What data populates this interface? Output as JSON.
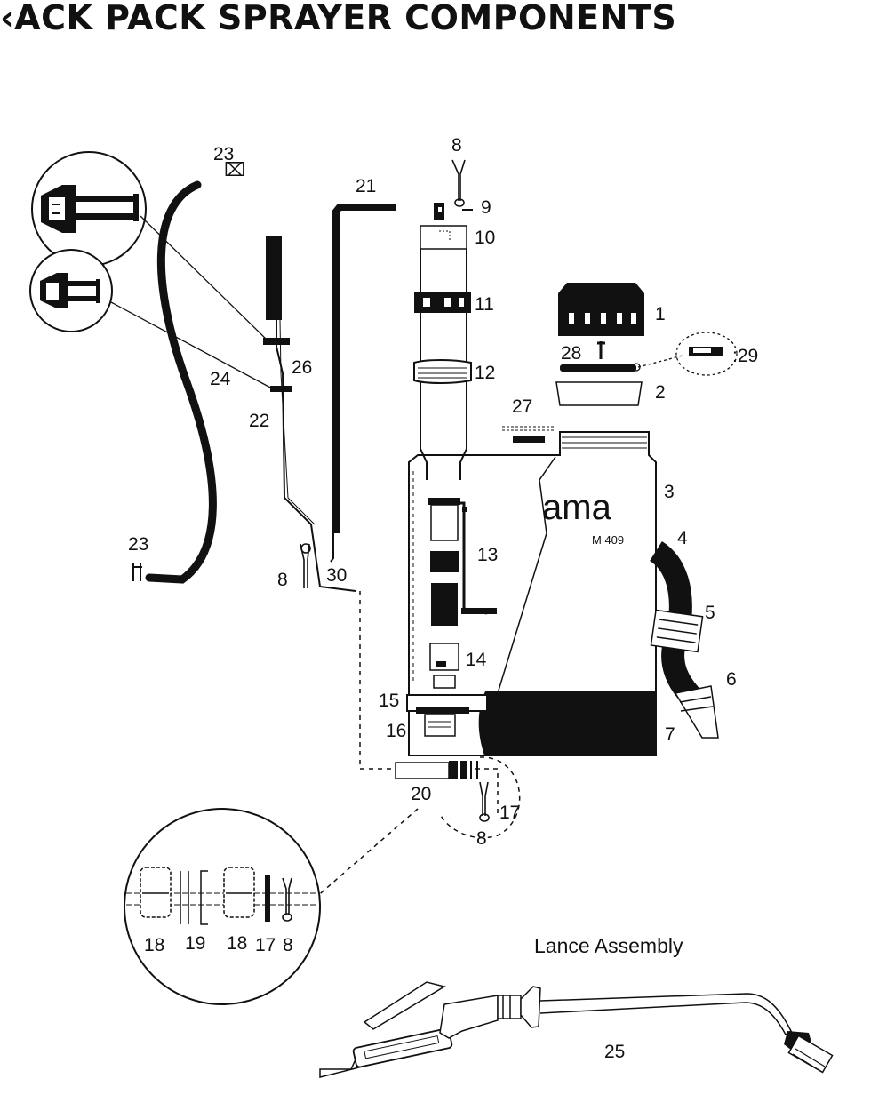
{
  "title": "‹ACK PACK SPRAYER COMPONENTS",
  "brand": {
    "name": "ama",
    "model": "M 409"
  },
  "sections": {
    "lance_title": "Lance Assembly"
  },
  "part_labels": {
    "p1": "1",
    "p2": "2",
    "p3": "3",
    "p4": "4",
    "p5": "5",
    "p6": "6",
    "p7": "7",
    "p8_top": "8",
    "p8_mid": "8",
    "p8_bottom": "8",
    "p8_detail": "8",
    "p9": "9",
    "p10": "10",
    "p11": "11",
    "p12": "12",
    "p13": "13",
    "p14": "14",
    "p15": "15",
    "p16": "16",
    "p17": "17",
    "p17_detail": "17",
    "p18_a": "18",
    "p18_b": "18",
    "p19": "19",
    "p20": "20",
    "p21": "21",
    "p22": "22",
    "p23_top": "23",
    "p23_bottom": "23",
    "p24": "24",
    "p25": "25",
    "p26": "26",
    "p27": "27",
    "p28": "28",
    "p29": ":29",
    "p30": "30"
  }
}
